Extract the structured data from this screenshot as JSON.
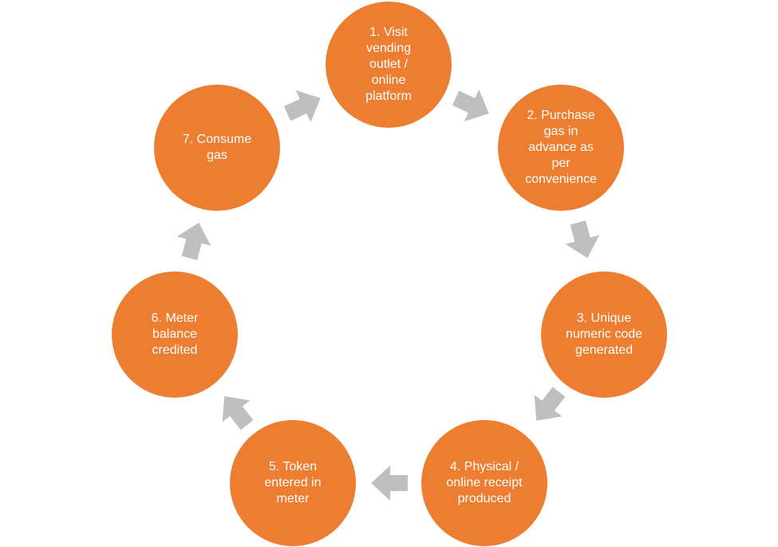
{
  "colors": {
    "step_fill": "#ed7d31",
    "step_text": "#ffffff",
    "arrow_fill": "#bfbfbf",
    "background": "#ffffff"
  },
  "steps": [
    {
      "label": "1. Visit\nvending\noutlet /\nonline\nplatform"
    },
    {
      "label": "2. Purchase\ngas in\nadvance as\nper\nconvenience"
    },
    {
      "label": "3. Unique\nnumeric code\ngenerated"
    },
    {
      "label": "4. Physical /\nonline receipt\nproduced"
    },
    {
      "label": "5. Token\nentered in\nmeter"
    },
    {
      "label": "6. Meter\nbalance\ncredited"
    },
    {
      "label": "7. Consume\ngas"
    }
  ],
  "arrows": [
    {
      "icon": "chevron-arrow-icon",
      "from": 1,
      "to": 2
    },
    {
      "icon": "chevron-arrow-icon",
      "from": 2,
      "to": 3
    },
    {
      "icon": "chevron-arrow-icon",
      "from": 3,
      "to": 4
    },
    {
      "icon": "chevron-arrow-icon",
      "from": 4,
      "to": 5
    },
    {
      "icon": "chevron-arrow-icon",
      "from": 5,
      "to": 6
    },
    {
      "icon": "chevron-arrow-icon",
      "from": 6,
      "to": 7
    },
    {
      "icon": "chevron-arrow-icon",
      "from": 7,
      "to": 1
    }
  ]
}
